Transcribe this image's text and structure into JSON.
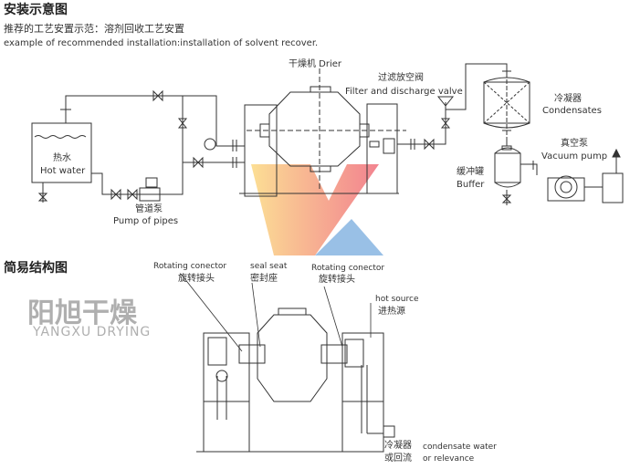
{
  "header": {
    "title": "安装示意图",
    "subtitle_cn": "推荐的工艺安置示范：溶剂回收工艺安置",
    "subtitle_en": "example of recommended installation:installation of solvent recover."
  },
  "installation": {
    "hot_water_cn": "热水",
    "hot_water_en": "Hot water",
    "pump_cn": "管道泵",
    "pump_en": "Pump of pipes",
    "drier": "干燥机 Drier",
    "valve_cn": "过滤放空阀",
    "valve_en": "Filter and discharge valve",
    "condenser_cn": "冷凝器",
    "condenser_en": "Condensates",
    "vacuum_cn": "真空泵",
    "vacuum_en": "Vacuum pump",
    "buffer_cn": "缓冲罐",
    "buffer_en": "Buffer"
  },
  "structure": {
    "title": "简易结构图",
    "rot1_en": "Rotating conector",
    "rot1_cn": "旋转接头",
    "seal_en": "seal seat",
    "seal_cn": "密封座",
    "rot2_en": "Rotating conector",
    "rot2_cn": "旋转接头",
    "hot_en": "hot source",
    "hot_cn": "进热源",
    "cond_cn1": "冷凝器",
    "cond_cn2": "或回流",
    "cond_en1": "condensate water",
    "cond_en2": "or relevance"
  },
  "watermark": {
    "cn": "阳旭干燥",
    "en": "YANGXU DRYING",
    "colors": {
      "orange": "#f7b24a",
      "red": "#ee5a6a",
      "blue": "#6fa8dc"
    }
  }
}
